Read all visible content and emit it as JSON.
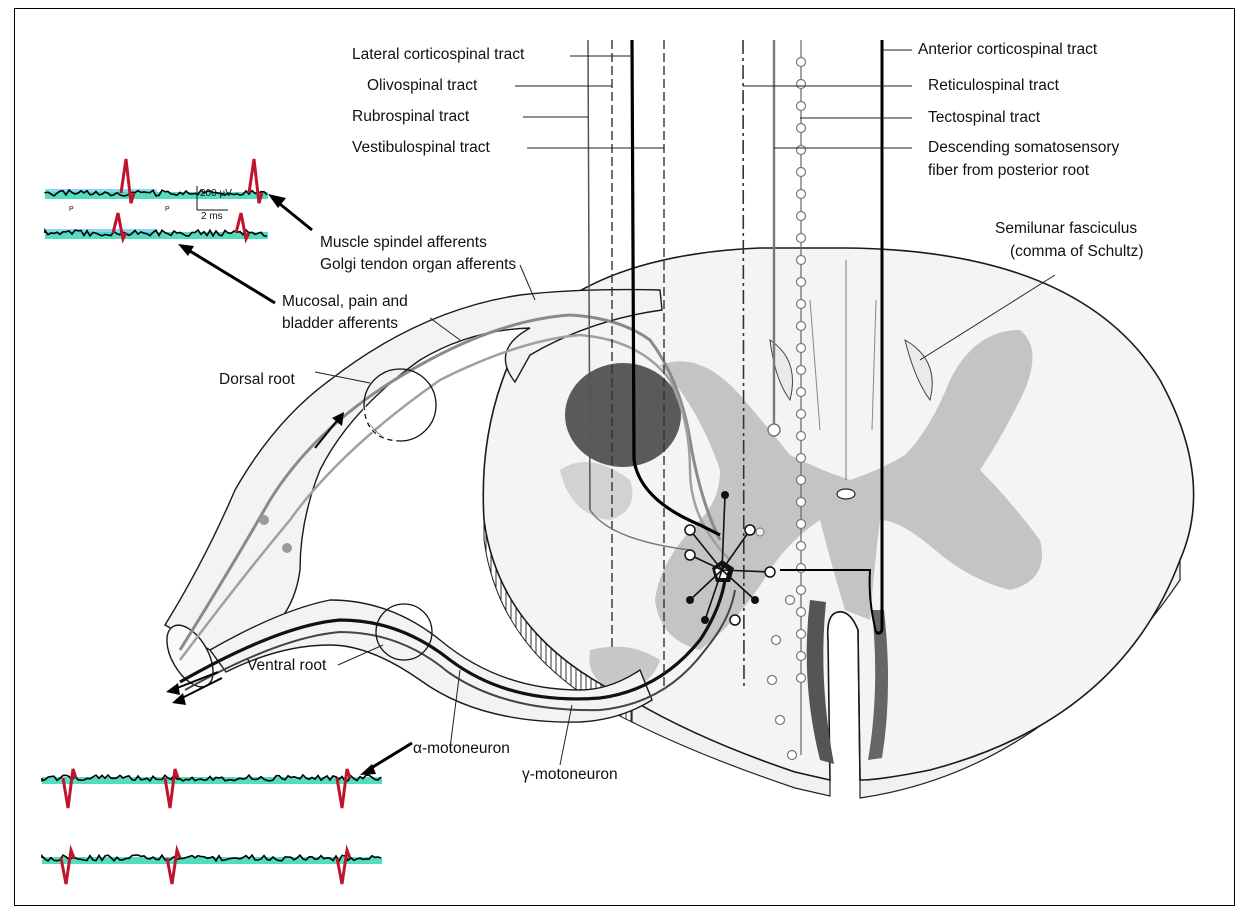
{
  "tracts_left": [
    "Lateral corticospinal tract",
    "Olivospinal tract",
    "Rubrospinal tract",
    "Vestibulospinal tract"
  ],
  "tracts_right": [
    "Anterior corticospinal tract",
    "Reticulospinal tract",
    "Tectospinal tract",
    "Descending somatosensory",
    "fiber from posterior root"
  ],
  "semilunar": [
    "Semilunar fasciculus",
    "(comma of Schultz)"
  ],
  "afferents": {
    "spindle": "Muscle spindel afferents",
    "golgi": "Golgi tendon organ afferents",
    "mucosal_1": "Mucosal, pain and",
    "mucosal_2": "bladder afferents"
  },
  "roots": {
    "dorsal": "Dorsal root",
    "ventral": "Ventral root"
  },
  "motoneurons": {
    "alpha": "α-motoneuron",
    "gamma": "γ-motoneuron"
  },
  "scale": {
    "voltage": "200 µV",
    "time": "2 ms",
    "p_marker": "P"
  },
  "colors": {
    "grey_matter": "#b8b8b8",
    "dark_nucleus": "#555555",
    "spike": "#c0142c",
    "baseline_fill": "#34d8b0",
    "baseline_fill_upper": "#58c8f0",
    "trace": "#000000"
  }
}
